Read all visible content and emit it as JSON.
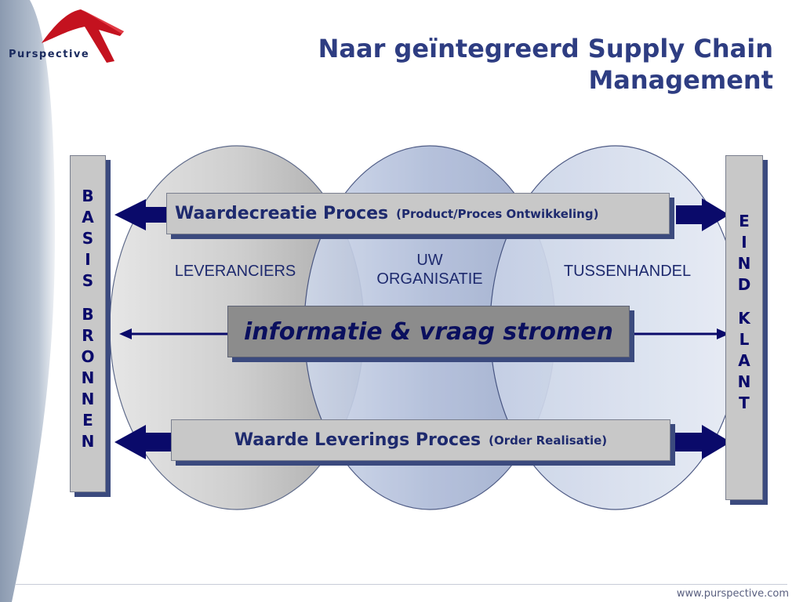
{
  "brand": {
    "logo_text": "Purspective",
    "logo_color": "#c4121f"
  },
  "title": {
    "line1": "Naar geïntegreerd Supply Chain",
    "line2": "Management"
  },
  "left_bar": {
    "letters_top": [
      "B",
      "A",
      "S",
      "I",
      "S"
    ],
    "letters_bottom": [
      "B",
      "R",
      "O",
      "N",
      "N",
      "E",
      "N"
    ]
  },
  "right_bar": {
    "letters_top": [
      "E",
      "I",
      "N",
      "D"
    ],
    "letters_bottom": [
      "K",
      "L",
      "A",
      "N",
      "T"
    ]
  },
  "circles": {
    "left": "LEVERANCIERS",
    "middle_line1": "UW",
    "middle_line2": "ORGANISATIE",
    "right": "TUSSENHANDEL"
  },
  "processes": {
    "top": {
      "main": "Waardecreatie Proces",
      "sub": "(Product/Proces Ontwikkeling)"
    },
    "middle": {
      "label": "informatie & vraag stromen"
    },
    "bottom": {
      "main": "Waarde Leverings Proces",
      "sub": "(Order Realisatie)"
    }
  },
  "footer": {
    "url": "www.purspective.com"
  },
  "colors": {
    "navy": "#0a0a6a",
    "title": "#2e3d82",
    "bar_fill": "#c8c8c8"
  }
}
